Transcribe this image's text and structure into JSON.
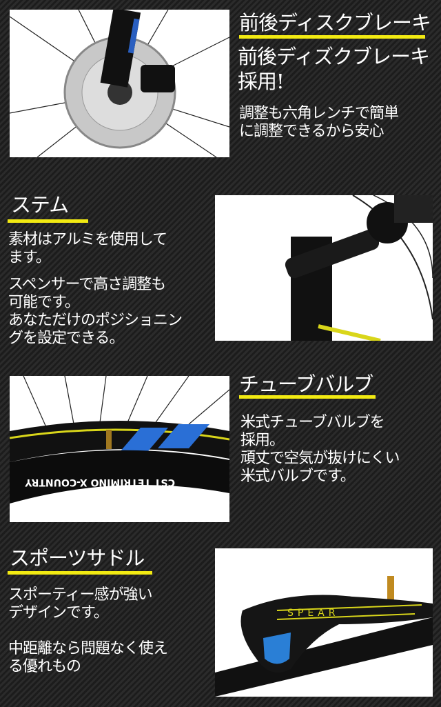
{
  "colors": {
    "accent_underline": "#f2ea12",
    "background": "#262626",
    "text": "#ffffff"
  },
  "sections": [
    {
      "title": "前後ディスクブレーキ",
      "headline": "前後ディズクブレーキ\n採用!",
      "body": "調整も六角レンチで簡単\nに調整できるから安心",
      "photo": "disc-brake-photo"
    },
    {
      "title": "ステム",
      "body1": "素材はアルミを使用して\nます。",
      "body2": "スペンサーで高さ調整も\n可能です。\nあなただけのポジショニン\nグを設定できる。",
      "photo": "stem-photo"
    },
    {
      "title": "チューブバルブ",
      "body": "米式チューブバルブを\n採用。\n頑丈で空気が抜けにくい\n米式バルブです。",
      "photo": "tube-valve-photo",
      "tire_text": "CST TETRIMINO X-COUNTRY"
    },
    {
      "title": "スポーツサドル",
      "body1": "スポーティー感が強い\nデザインです。",
      "body2": "中距離なら問題なく使え\nる優れもの",
      "photo": "saddle-photo",
      "saddle_brand": "SPEAR"
    }
  ]
}
